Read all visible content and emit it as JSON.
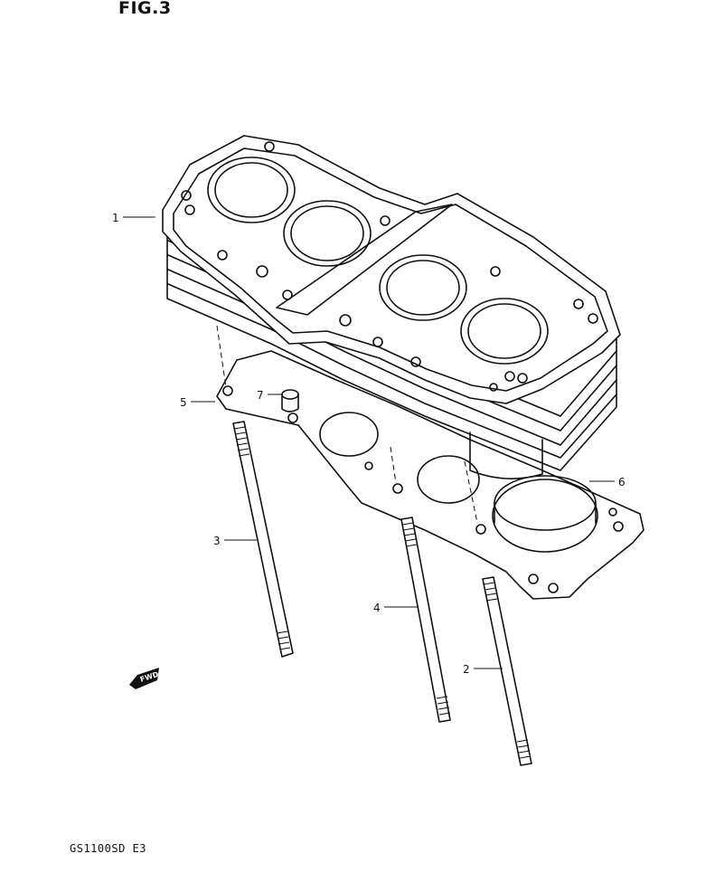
{
  "header": {
    "figure_label": "FIG.3"
  },
  "footer": {
    "model_code": "GS1100SD E3"
  },
  "callouts": [
    "1",
    "2",
    "3",
    "4",
    "5",
    "6",
    "7"
  ],
  "direction_badge": {
    "text": "FWD"
  }
}
